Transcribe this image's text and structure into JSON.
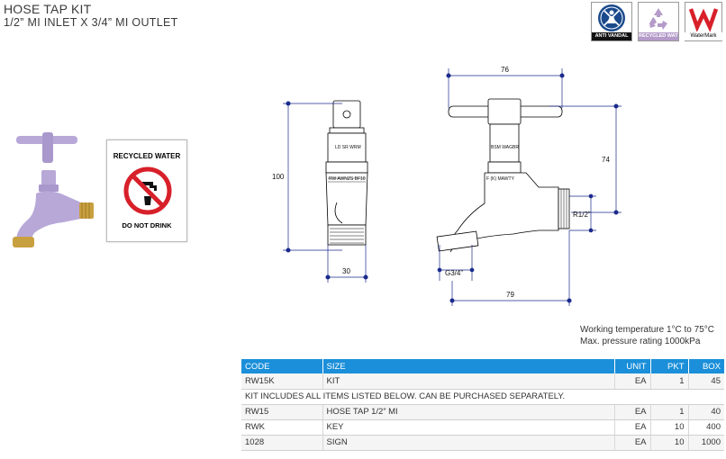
{
  "header": {
    "title": "HOSE TAP KIT",
    "subtitle": "1/2” MI INLET X 3/4” MI OUTLET"
  },
  "badges": [
    {
      "caption": "ANTI VANDAL",
      "icon": "anti-vandal-icon"
    },
    {
      "caption": "RECYCLED WATER",
      "icon": "recycle-icon"
    },
    {
      "caption": "WaterMark",
      "icon": "watermark-logo-icon"
    }
  ],
  "sign": {
    "top_text": "RECYCLED WATER",
    "bottom_text": "DO NOT DRINK",
    "icon": "no-drinking-icon"
  },
  "drawing": {
    "dims": {
      "height": "100",
      "width_front": "30",
      "width_handle": "76",
      "height_side": "74",
      "inlet": "R1/2”",
      "outlet": "G3/4”",
      "length": "79"
    },
    "markings": {
      "stem_front": "LD SR WRM",
      "body_front": "RW AWNZS BF10",
      "stem_side": "BSM WAGBR",
      "body_side": "F (K) MAWTY"
    }
  },
  "specs": {
    "line1": "Working temperature 1°C to 75°C",
    "line2": "Max. pressure rating 1000kPa"
  },
  "table": {
    "headers": {
      "code": "CODE",
      "size": "SIZE",
      "unit": "UNIT",
      "pkt": "PKT",
      "box": "BOX"
    },
    "kit_row": {
      "code": "RW15K",
      "size": "KIT",
      "unit": "EA",
      "pkt": "1",
      "box": "45"
    },
    "note": "KIT INCLUDES ALL ITEMS LISTED BELOW. CAN BE PURCHASED SEPARATELY.",
    "rows": [
      {
        "code": "RW15",
        "size": "HOSE TAP 1/2” MI",
        "unit": "EA",
        "pkt": "1",
        "box": "40"
      },
      {
        "code": "RWK",
        "size": "KEY",
        "unit": "EA",
        "pkt": "10",
        "box": "400"
      },
      {
        "code": "1028",
        "size": "SIGN",
        "unit": "EA",
        "pkt": "10",
        "box": "1000"
      }
    ]
  },
  "colors": {
    "table_header": "#1b8fd9",
    "tap_lilac": "#b8a8d8",
    "brass": "#c9a040",
    "anti_vandal_blue": "#1a4a8c",
    "watermark_red": "#d8202a"
  }
}
